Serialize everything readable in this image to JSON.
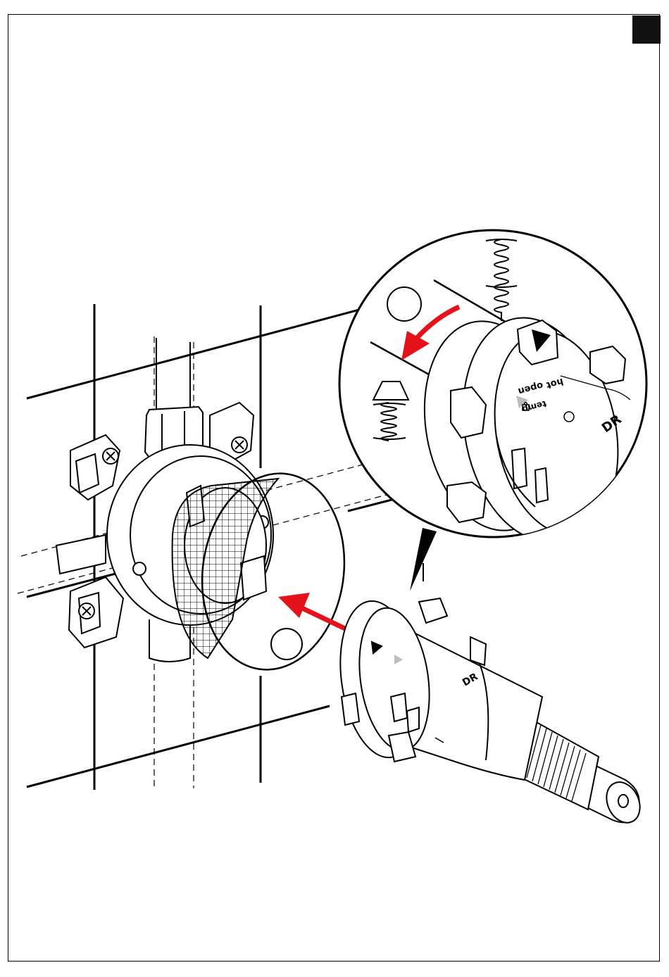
{
  "colors": {
    "ink": "#000000",
    "paper": "#ffffff",
    "arrow": "#e3121b",
    "marker_gray": "#bdbdbd"
  },
  "cartridge": {
    "open_label": "open",
    "hot_label": "hot",
    "temp_label": "temp",
    "model_label": "DR"
  },
  "icons": [
    "spring-extended-icon",
    "spring-compressed-icon",
    "lock-icon",
    "arrow-right-icon",
    "arrow-left-icon"
  ]
}
